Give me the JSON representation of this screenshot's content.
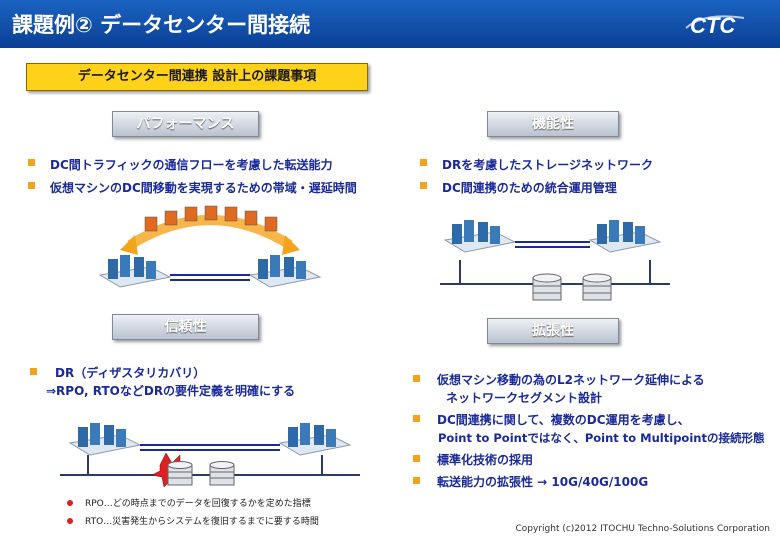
{
  "header": {
    "title": "課題例② データセンター間接続",
    "logo_text": "CTC"
  },
  "subtitle": "データセンター間連携 設計上の課題事項",
  "sections": {
    "performance": {
      "label": "パフォーマンス",
      "items": [
        "DC間トラフィックの通信フローを考慮した転送能力",
        "仮想マシンのDC間移動を実現するための帯域・遅延時間"
      ]
    },
    "function": {
      "label": "機能性",
      "items": [
        "DRを考慮したストレージネットワーク",
        "DC間連携のための統合運用管理"
      ]
    },
    "reliability": {
      "label": "信頼性",
      "item": "DR（ディザスタリカバリ）",
      "item_sub": "⇒RPO, RTOなどDRの要件定義を明確にする",
      "notes": [
        "RPO…どの時点までのデータを回復するかを定めた指標",
        "RTO…災害発生からシステムを復旧するまでに要する時間"
      ]
    },
    "scalability": {
      "label": "拡張性",
      "items": [
        "仮想マシン移動の為のL2ネットワーク延伸による",
        "ネットワークセグメント設計",
        "DC間連携に関して、複数のDC運用を考慮し、",
        "Point to Pointではなく、Point to Multipointの接続形態",
        "標準化技術の採用",
        "転送能力の拡張性 → 10G/40G/100G"
      ]
    }
  },
  "copyright": "Copyright (c)2012 ITOCHU Techno-Solutions Corporation",
  "colors": {
    "title_bar": "#0b3f96",
    "accent_yellow": "#ffd21a",
    "bullet_orange": "#f4a41c",
    "text_blue": "#1a2a9a",
    "note_red": "#e02020"
  }
}
